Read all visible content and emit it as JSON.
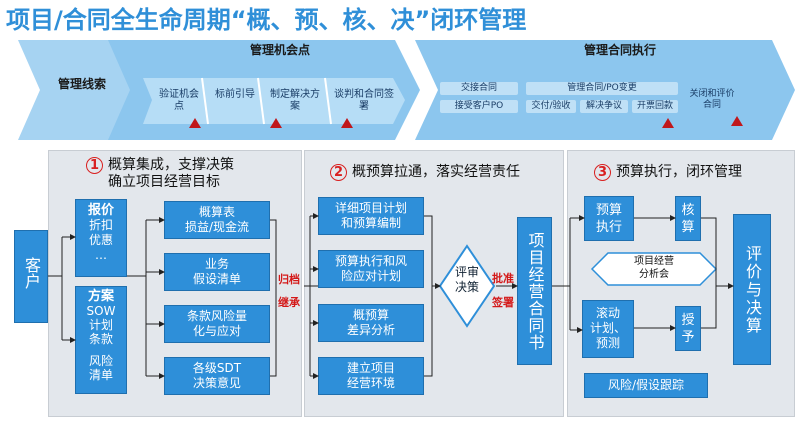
{
  "title": "项目/合同全生命周期“概、预、核、决”闭环管理",
  "top_band": {
    "first": "管理线索",
    "sec1_title": "管理机会点",
    "sec1_items": [
      "验证机会点",
      "标前引导",
      "制定解决方案",
      "谈判和合同签署"
    ],
    "sec2_title": "管理合同执行",
    "sec2_items": [
      "交接合同",
      "接受客户PO",
      "管理合同/PO变更",
      "交付/验收",
      "解决争议",
      "开票回款",
      "关闭和评价合同"
    ]
  },
  "customer": "客户",
  "panel1": {
    "number": "1",
    "heading": "概算集成，支撑决策",
    "heading2": "确立项目经营目标",
    "left_box1_title": "报价",
    "left_box1_lines": [
      "折扣",
      "优惠",
      "…"
    ],
    "left_box2_title": "方案",
    "left_box2_lines": [
      "SOW",
      "计划",
      "条款",
      "",
      "风险",
      "清单"
    ],
    "items": [
      "概算表\n损益/现金流",
      "业务\n假设清单",
      "条款风险量\n化与应对",
      "各级SDT\n决策意见"
    ]
  },
  "between": {
    "top": "归档",
    "bottom": "继承"
  },
  "panel2": {
    "number": "2",
    "heading": "概预算拉通，落实经营责任",
    "items": [
      "详细项目计划\n和预算编制",
      "预算执行和风\n险应对计划",
      "概预算\n差异分析",
      "建立项目\n经营环境"
    ],
    "review": "评审\n决策",
    "approve": "批准",
    "sign": "签署",
    "contract": "项目经营合同书"
  },
  "panel3": {
    "number": "3",
    "heading": "预算执行，闭环管理",
    "box_exec": "预算\n执行",
    "box_verify": "核\n算",
    "meeting": "项目经营\n分析会",
    "box_rolling": "滚动\n计划、\n预测",
    "box_grant": "授\n予",
    "risk": "风险/假设跟踪",
    "final": "评价与决算"
  },
  "colors": {
    "blue": "#2e8fd9",
    "light_blue": "#a6d3f2",
    "red": "#d41919",
    "panel": "#e3e7ec"
  }
}
